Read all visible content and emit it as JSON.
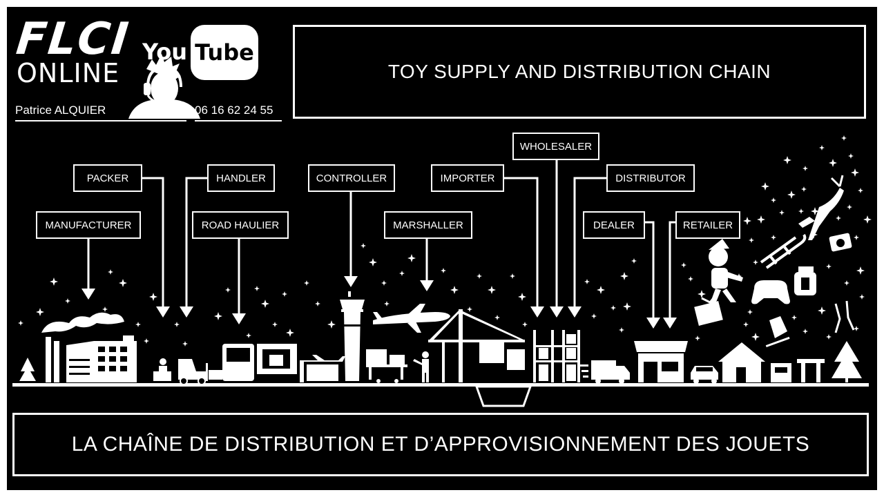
{
  "brand": {
    "logo_line1": "FLCI",
    "logo_line2": "ONLINE",
    "youtube_you": "You",
    "youtube_tube": "Tube",
    "presenter_name": "Patrice ALQUIER",
    "phone": "06 16 62 24 55"
  },
  "title": "TOY SUPPLY AND DISTRIBUTION CHAIN",
  "subtitle": "LA CHAÎNE DE DISTRIBUTION ET D’APPROVISIONNEMENT DES JOUETS",
  "roles": {
    "manufacturer": "MANUFACTURER",
    "packer": "PACKER",
    "handler": "HANDLER",
    "road_haulier": "ROAD HAULIER",
    "controller": "CONTROLLER",
    "marshaller": "MARSHALLER",
    "importer": "IMPORTER",
    "wholesaler": "WHOLESALER",
    "distributor": "DISTRIBUTOR",
    "dealer": "DEALER",
    "retailer": "RETAILER"
  },
  "colors": {
    "background": "#000000",
    "foreground": "#ffffff",
    "border": "#ffffff"
  },
  "icons": [
    "headset-person-icon",
    "factory-icon",
    "forklift-icon",
    "truck-icon",
    "control-tower-icon",
    "airplane-icon",
    "port-crane-icon",
    "warehouse-rack-icon",
    "delivery-van-icon",
    "shop-icon",
    "car-icon",
    "house-icon",
    "reindeer-icon",
    "santa-icon",
    "gift-icon",
    "sled-icon",
    "gamepad-icon",
    "camera-icon",
    "lantern-icon",
    "ice-skate-icon",
    "champagne-icon",
    "pine-tree-icon",
    "star-icon"
  ]
}
